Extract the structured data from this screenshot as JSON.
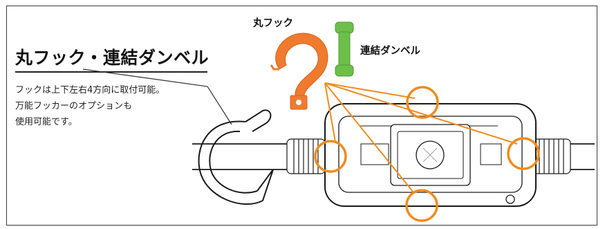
{
  "title": "丸フック・連結ダンベル",
  "description": {
    "line1": "フックは上下左右4方向に取付可能。",
    "line2": "万能フッカーのオプションも",
    "line3": "使用可能です。"
  },
  "labels": {
    "hook": "丸フック",
    "dumbbell": "連結ダンベル"
  },
  "colors": {
    "hook": "#f07a2e",
    "dumbbell": "#6cc04a",
    "marker": "#f08c1e",
    "line": "#1a1a1a"
  }
}
